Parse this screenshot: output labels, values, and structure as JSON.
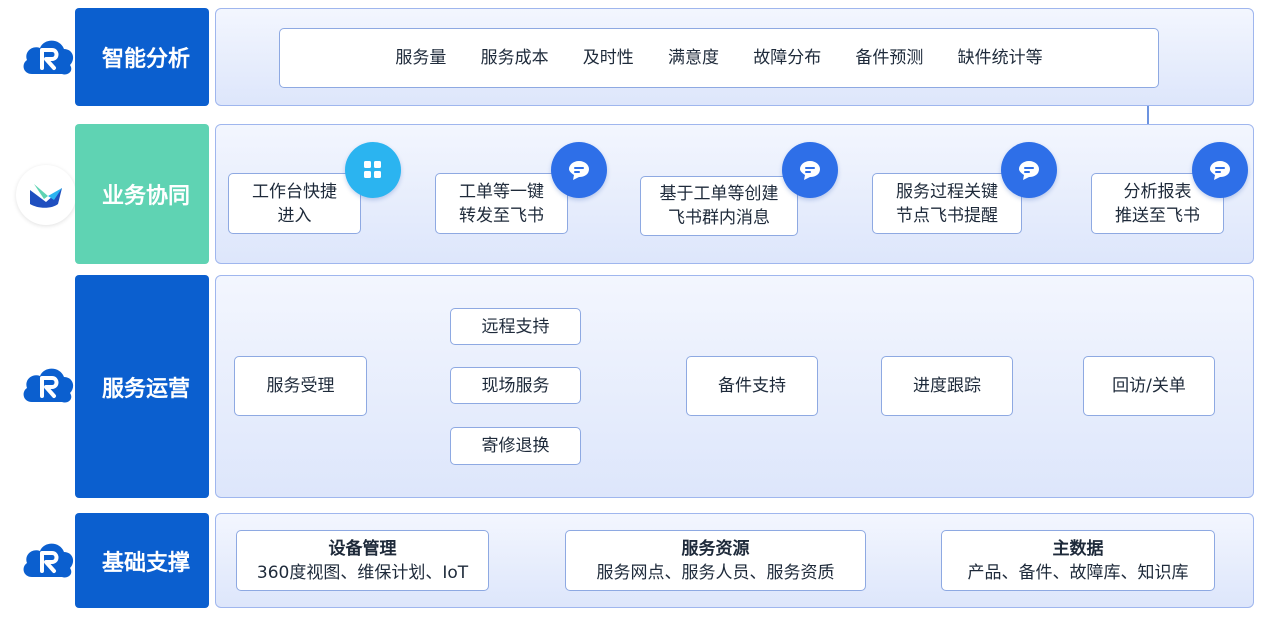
{
  "rows": {
    "analysis": {
      "label": "智能分析",
      "metrics_text": "服务量   服务成本   及时性   满意度   故障分布   备件预测   缺件统计等"
    },
    "collab": {
      "label": "业务协同",
      "items": [
        {
          "line1": "工作台快捷",
          "line2": "进入",
          "icon": "grid-app-icon"
        },
        {
          "line1": "工单等一键",
          "line2": "转发至飞书",
          "icon": "chat-bubble-icon"
        },
        {
          "line1": "基于工单等创建",
          "line2": "飞书群内消息",
          "icon": "chat-bubble-icon"
        },
        {
          "line1": "服务过程关键",
          "line2": "节点飞书提醒",
          "icon": "chat-bubble-icon"
        },
        {
          "line1": "分析报表",
          "line2": "推送至飞书",
          "icon": "chat-bubble-icon"
        }
      ]
    },
    "ops": {
      "label": "服务运营",
      "start": "服务受理",
      "branches": [
        "远程支持",
        "现场服务",
        "寄修退换"
      ],
      "steps": [
        "备件支持",
        "进度跟踪",
        "回访/关单"
      ]
    },
    "foundation": {
      "label": "基础支撑",
      "items": [
        {
          "title": "设备管理",
          "sub": "360度视图、维保计划、IoT"
        },
        {
          "title": "服务资源",
          "sub": "服务网点、服务人员、服务资质"
        },
        {
          "title": "主数据",
          "sub": "产品、备件、故障库、知识库"
        }
      ]
    }
  },
  "colors": {
    "side_blue": "#0b5fcf",
    "side_green": "#5fd3b3",
    "panel_border": "#9fb6ee",
    "badge_blue": "#2e6fe8",
    "badge_cyan": "#2bb4f0"
  }
}
